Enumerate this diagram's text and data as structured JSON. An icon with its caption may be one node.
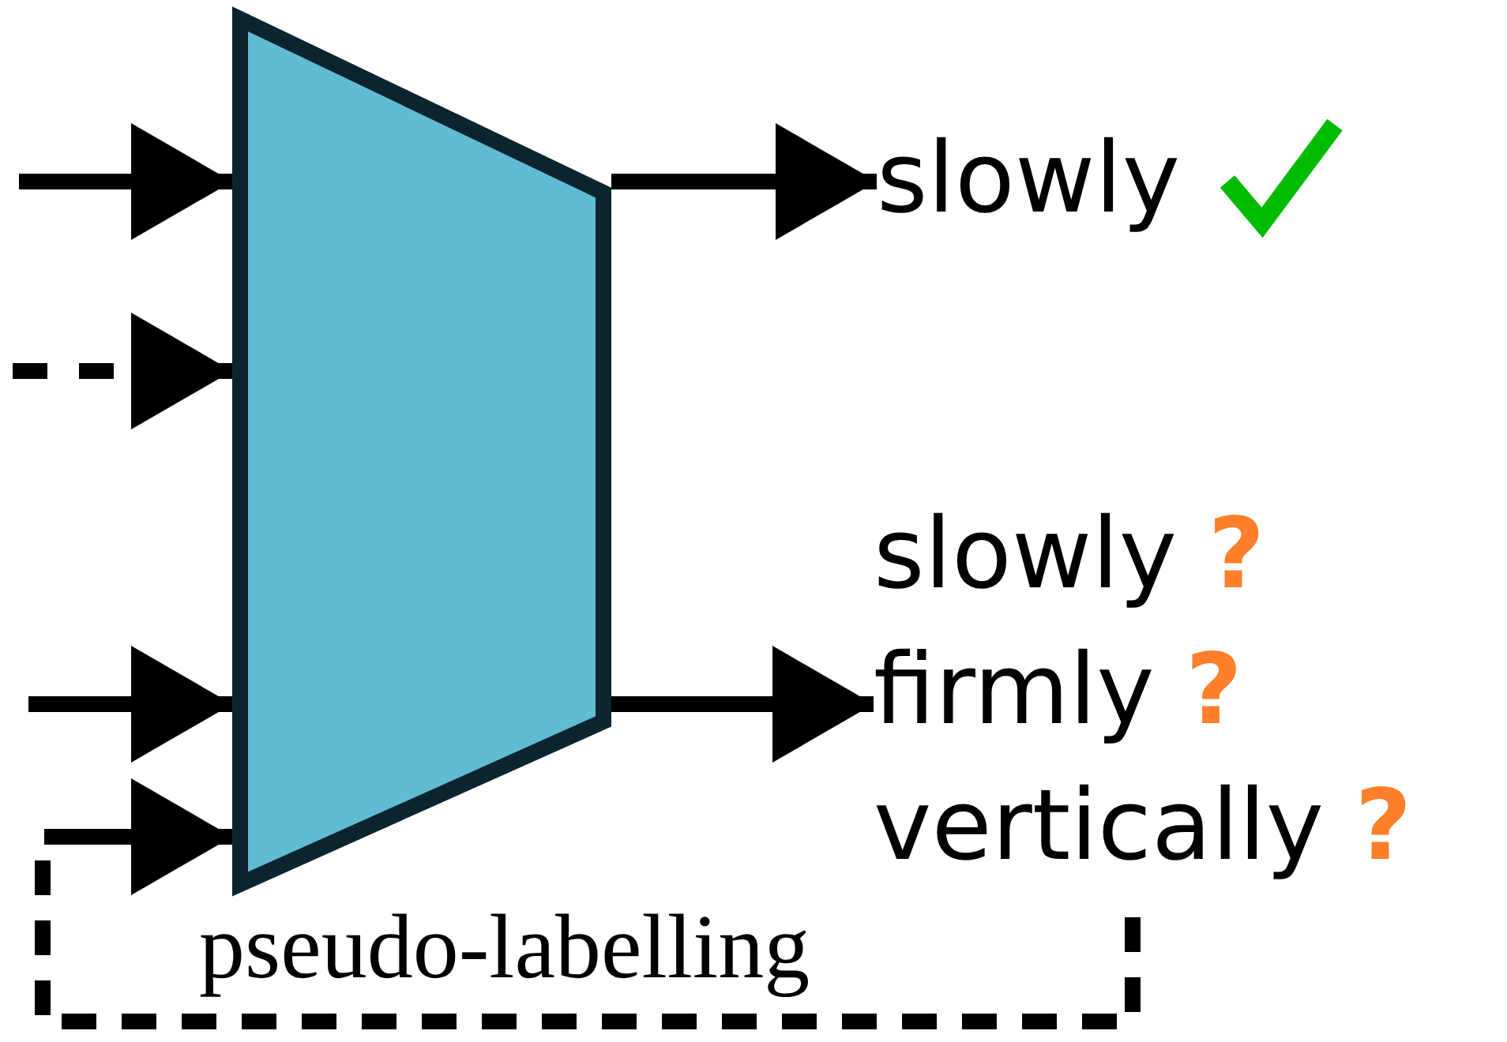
{
  "diagram": {
    "nodes": [
      {
        "text": [],
        "shape": "trapezoid"
      },
      {
        "text": [
          "slowly"
        ]
      },
      {
        "text": [
          "slowly **?**",
          "firmly **?**",
          "vertically **?**"
        ]
      },
      {
        "text": [
          "pseudo-labelling"
        ]
      }
    ],
    "edges": [
      {
        "from": null,
        "to": 0,
        "arrow": "to"
      },
      {
        "from": null,
        "to": 0,
        "arrow": "to",
        "style": "dashed"
      },
      {
        "from": null,
        "to": 0,
        "arrow": "to"
      },
      {
        "from": 3,
        "to": 0,
        "arrow": "to"
      },
      {
        "from": 0,
        "to": 1,
        "arrow": "to"
      },
      {
        "from": 0,
        "to": 2,
        "arrow": "to"
      }
    ]
  }
}
